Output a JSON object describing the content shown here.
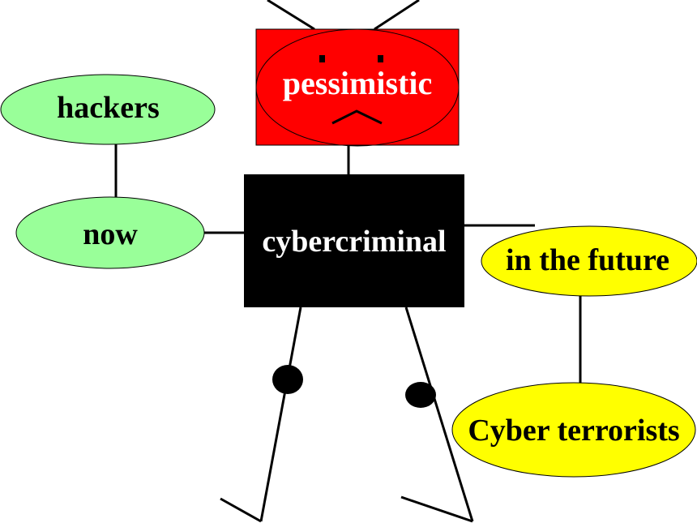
{
  "nodes": {
    "head": "pessimistic",
    "body": "cybercriminal",
    "left_top": "hackers",
    "left_mid": "now",
    "right_mid": "in the future",
    "right_bottom": "Cyber terrorists"
  },
  "colors": {
    "head_fill": "#ff0000",
    "body_fill": "#000000",
    "green_fill": "#99ff99",
    "yellow_fill": "#ffff00",
    "line": "#000000"
  }
}
